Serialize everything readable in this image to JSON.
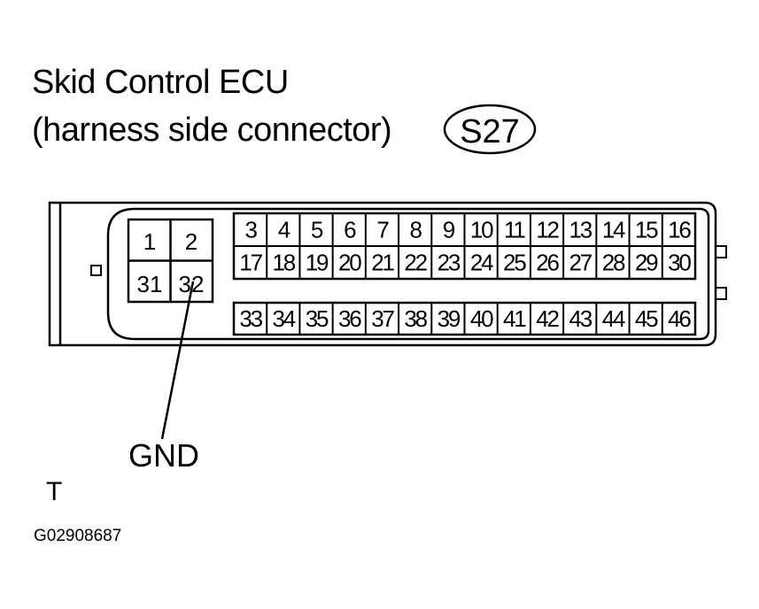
{
  "title": {
    "line1": "Skid Control ECU",
    "line2": "(harness side connector)",
    "connector_code": "S27"
  },
  "left_block": {
    "pins": [
      "1",
      "2",
      "31",
      "32"
    ]
  },
  "right_block": {
    "row1": [
      "3",
      "4",
      "5",
      "6",
      "7",
      "8",
      "9",
      "10",
      "11",
      "12",
      "13",
      "14",
      "15",
      "16"
    ],
    "row2": [
      "17",
      "18",
      "19",
      "20",
      "21",
      "22",
      "23",
      "24",
      "25",
      "26",
      "27",
      "28",
      "29",
      "30"
    ],
    "row3": [
      "33",
      "34",
      "35",
      "36",
      "37",
      "38",
      "39",
      "40",
      "41",
      "42",
      "43",
      "44",
      "45",
      "46"
    ]
  },
  "callout": {
    "label": "GND",
    "pin": "32"
  },
  "footer": {
    "mark": "T",
    "figure_id": "G02908687"
  }
}
